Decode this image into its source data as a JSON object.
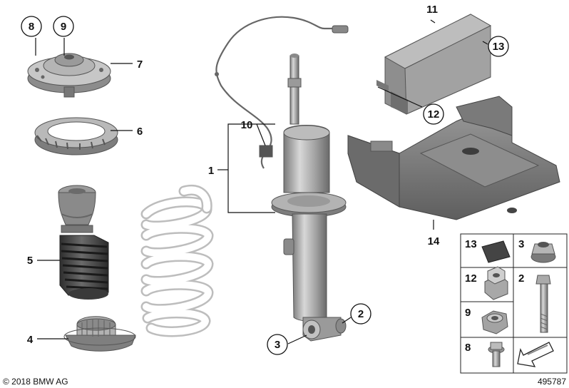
{
  "callouts": {
    "c1": "1",
    "c2": "2",
    "c3": "3",
    "c4": "4",
    "c5": "5",
    "c6": "6",
    "c7": "7",
    "c8": "8",
    "c9": "9",
    "c10": "10",
    "c11": "11",
    "c12": "12",
    "c13": "13",
    "c14": "14"
  },
  "legend": {
    "r1": {
      "left": "13",
      "right": "3"
    },
    "r2": {
      "left": "12",
      "right": "2"
    },
    "r3": {
      "left": "9"
    },
    "r4": {
      "left": "8"
    }
  },
  "footer": {
    "copyright": "© 2018 BMW AG",
    "diagram_id": "495787"
  },
  "colors": {
    "part_gray": "#a9a9a9",
    "part_dark": "#6f6f6f",
    "boot_dark": "#4a4a4a",
    "spring_white": "#f4f4f4"
  }
}
